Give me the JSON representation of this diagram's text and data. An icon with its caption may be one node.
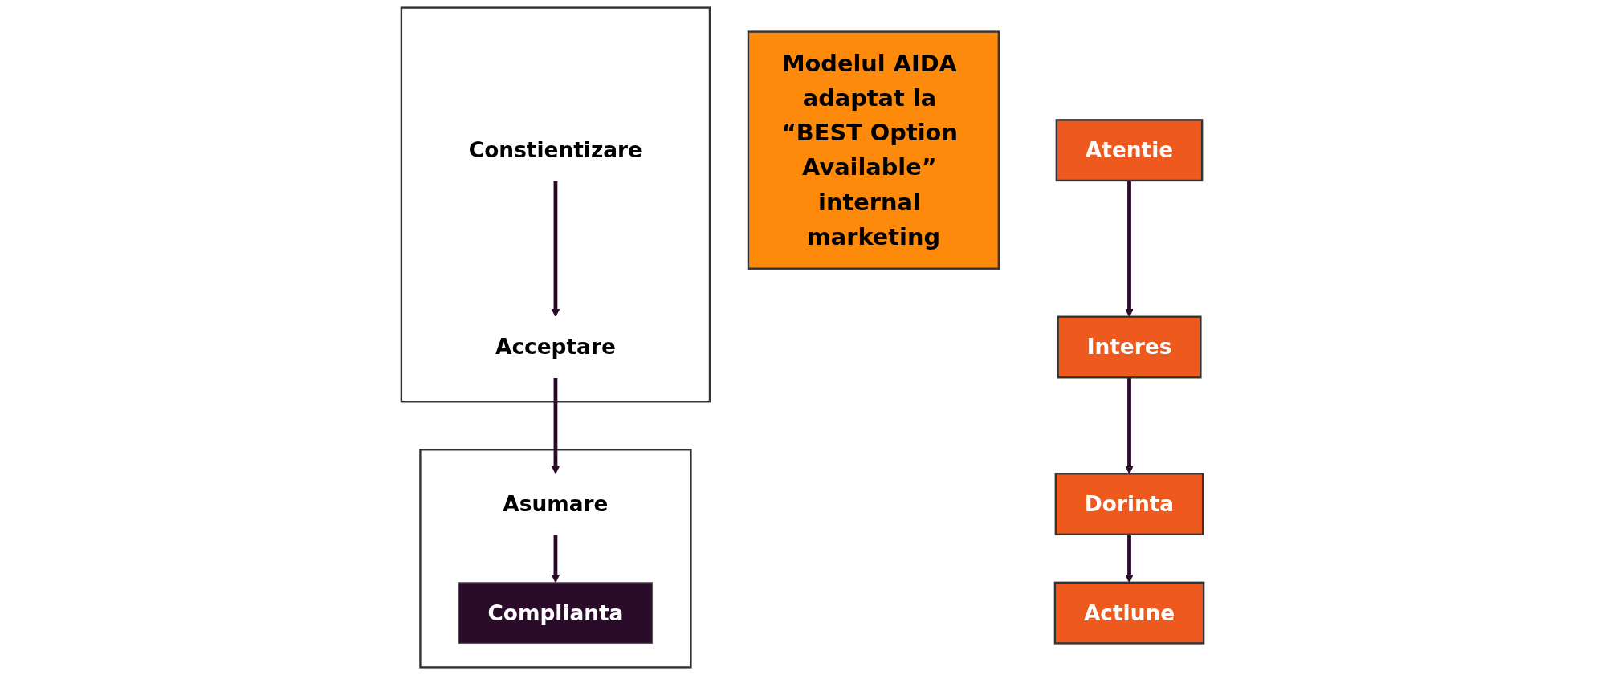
{
  "diagram": {
    "nodes": [
      {
        "text": [
          "Atentie"
        ]
      },
      {
        "text": [
          "Interes"
        ]
      },
      {
        "text": [
          "Dorinta"
        ]
      },
      {
        "text": [
          "Actiune"
        ]
      },
      {
        "text": [],
        "shape": "box"
      },
      {
        "text": [
          "Constientizare"
        ],
        "in": 4
      },
      {
        "text": [
          "Acceptare"
        ],
        "in": 4
      },
      {
        "text": [],
        "shape": "box"
      },
      {
        "text": [
          "Asumare"
        ],
        "in": 7
      },
      {
        "text": [
          "Complianta"
        ],
        "in": 7
      },
      {
        "text": [
          "Modelul AIDA adaptat la “BEST Option Available” internal marketing"
        ]
      }
    ],
    "edges": [
      {
        "from": 0,
        "to": 1,
        "arrow": "to"
      },
      {
        "from": 1,
        "to": 2,
        "arrow": "to"
      },
      {
        "from": 2,
        "to": 3,
        "arrow": "to"
      },
      {
        "from": 5,
        "to": 6,
        "arrow": "to"
      },
      {
        "from": 6,
        "to": 8,
        "arrow": "to"
      },
      {
        "from": 8,
        "to": 9,
        "arrow": "to"
      }
    ]
  }
}
